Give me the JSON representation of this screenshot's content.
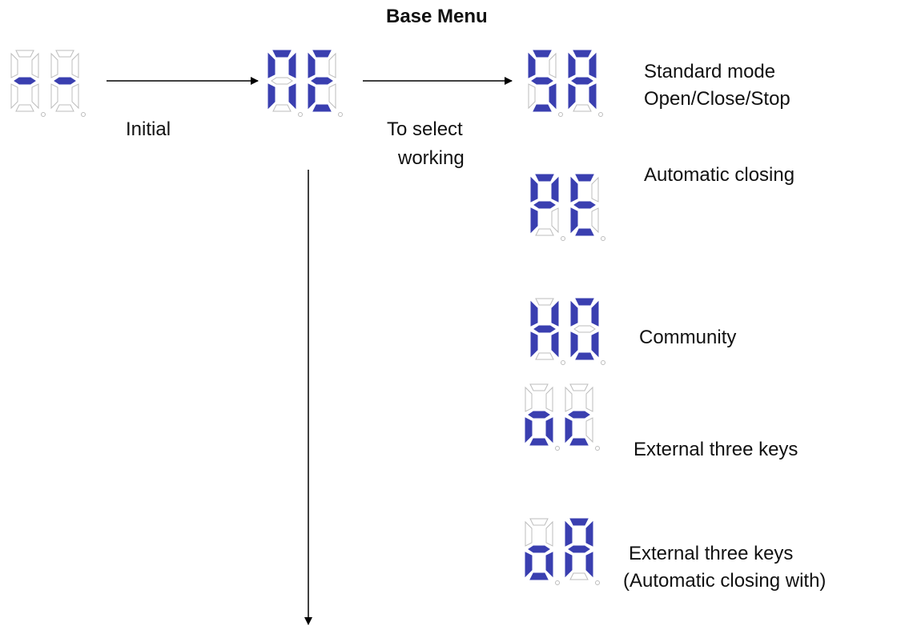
{
  "title": "Base Menu",
  "colors": {
    "lit": "#3a3fb0",
    "unlit": "#bdbdbd",
    "line": "#000000"
  },
  "displays": [
    {
      "id": "initial",
      "chars": [
        "-",
        "-"
      ]
    },
    {
      "id": "menu",
      "chars": [
        "N",
        "E"
      ]
    },
    {
      "id": "standard",
      "chars": [
        "S",
        "A"
      ]
    },
    {
      "id": "auto-close",
      "chars": [
        "P",
        "E"
      ]
    },
    {
      "id": "community",
      "chars": [
        "H",
        "O"
      ]
    },
    {
      "id": "three-keys",
      "chars": [
        "o",
        "c"
      ]
    },
    {
      "id": "three-keys-auto",
      "chars": [
        "o",
        "A"
      ]
    }
  ],
  "labels": {
    "initial": "Initial",
    "select_line1": "To select",
    "select_line2": "working",
    "standard_line1": "Standard mode",
    "standard_line2": "Open/Close/Stop",
    "auto_close": "Automatic closing",
    "community": "Community",
    "three_keys": "External three keys",
    "three_keys_auto_line1": "External three keys",
    "three_keys_auto_line2": "(Automatic closing with)"
  }
}
